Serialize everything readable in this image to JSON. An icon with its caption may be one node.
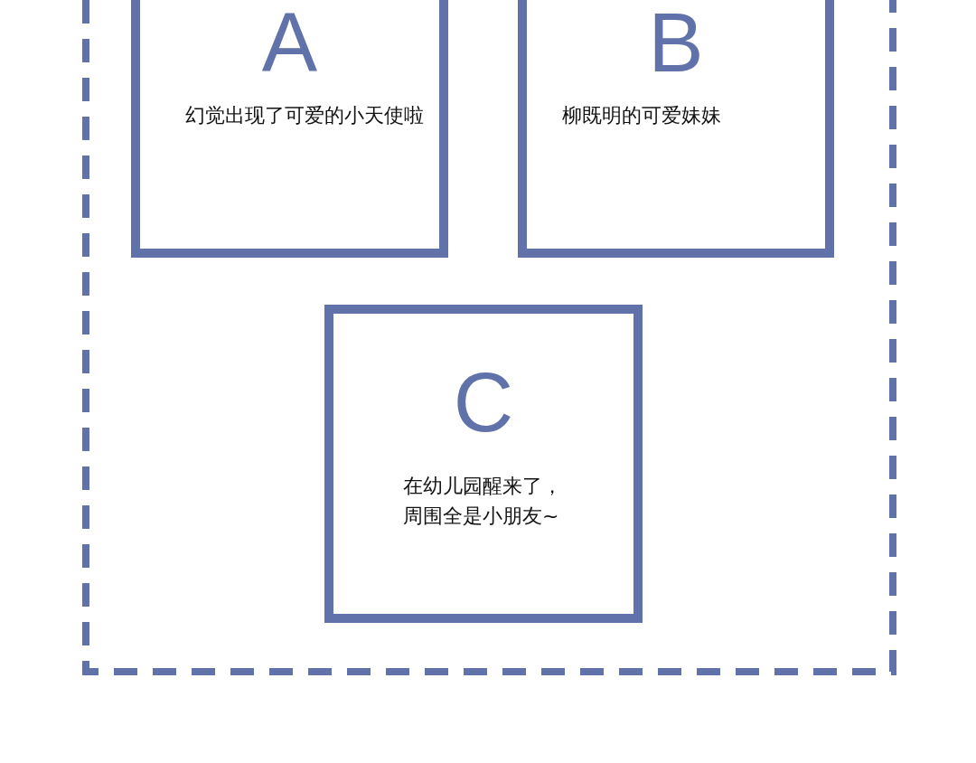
{
  "diagram": {
    "nodes": [
      {
        "text": [],
        "shape": "box"
      },
      {
        "text": [
          "A",
          "幻觉出现了可爱的小天使啦"
        ],
        "in": 0
      },
      {
        "text": [
          "B",
          "柳既明的可爱妹妹"
        ],
        "in": 0
      },
      {
        "text": [
          "C",
          "在幼儿园醒来了，周围全是小朋友~"
        ],
        "in": 0
      }
    ]
  }
}
